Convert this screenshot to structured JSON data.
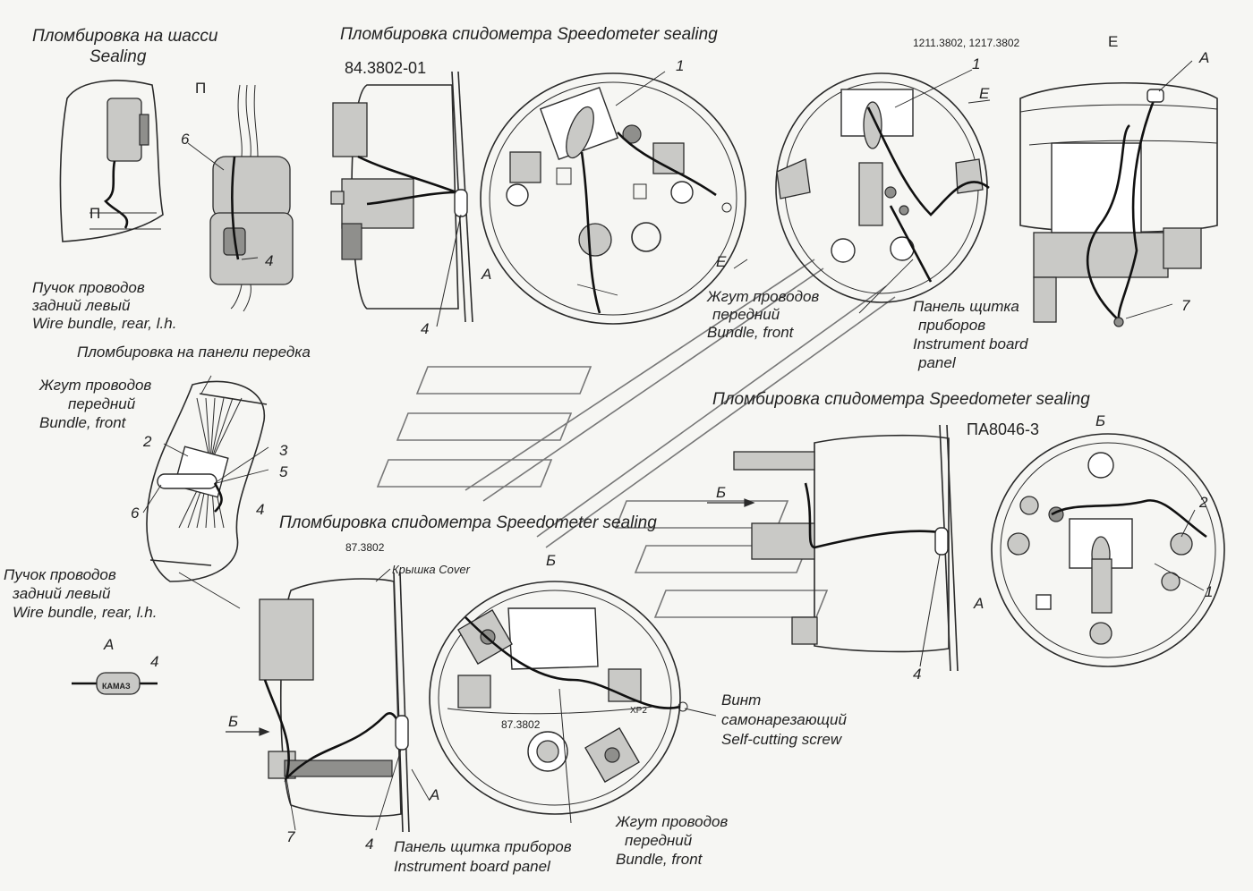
{
  "titles": {
    "chassis_sealing_ru": "Пломбировка на шасси",
    "chassis_sealing_en": "Sealing",
    "speedo_sealing_top": "Пломбировка спидометра Speedometer sealing",
    "panel_sealing": "Пломбировка на панели передка",
    "speedo_sealing_right": "Пломбировка спидометра Speedometer sealing",
    "speedo_sealing_bottom": "Пломбировка спидометра Speedometer sealing"
  },
  "models": {
    "m84": "84.3802-01",
    "m1211": "1211.3802,  1217.3802",
    "pa8046": "ПА8046-3",
    "m87": "87.3802",
    "m87_dial": "87.3802"
  },
  "views": {
    "P": "П",
    "E": "Е",
    "A": "А",
    "B": "Б"
  },
  "labels": {
    "rear_bundle_1": [
      "Пучок проводов",
      "задний левый",
      "Wire bundle, rear, l.h."
    ],
    "front_harness_1": [
      "Жгут проводов",
      "передний",
      "Bundle, front"
    ],
    "instrument_panel_1": [
      "Панель щитка",
      "приборов",
      "Instrument board",
      "panel"
    ],
    "front_harness_2": [
      "Жгут проводов",
      "передний",
      "Bundle, front"
    ],
    "rear_bundle_2": [
      "Пучок проводов",
      "задний левый",
      "Wire bundle, rear, l.h."
    ],
    "cover": "Крышка Cover",
    "screw": [
      "Винт",
      "самонарезающий",
      "Self-cutting screw"
    ],
    "instrument_panel_2": [
      "Панель щитка приборов",
      "Instrument board panel"
    ],
    "front_harness_3": [
      "Жгут проводов",
      "передний",
      "Bundle, front"
    ],
    "seal_text": "КАМАЗ",
    "xp2": "XP2"
  },
  "callouts": [
    "1",
    "2",
    "3",
    "4",
    "5",
    "6",
    "7"
  ]
}
